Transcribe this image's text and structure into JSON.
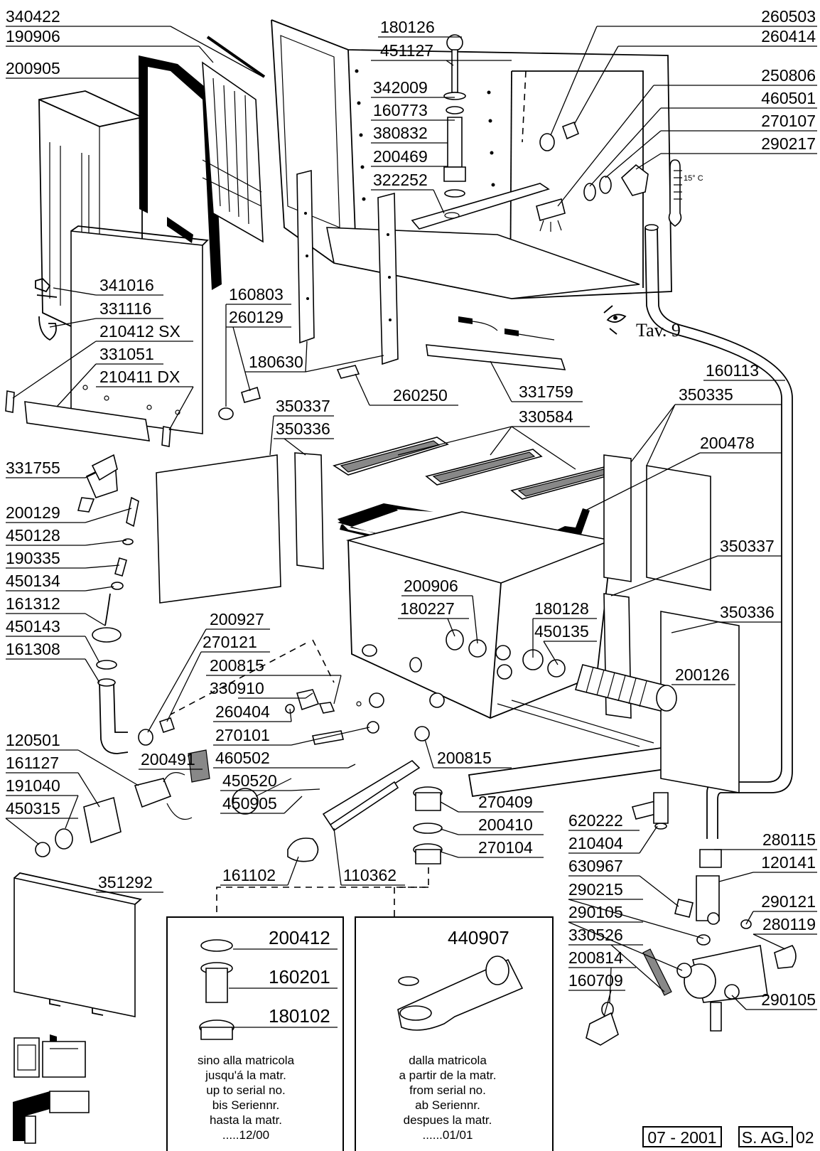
{
  "parts": [
    {
      "id": "p340422",
      "code": "340422"
    },
    {
      "id": "p190906",
      "code": "190906"
    },
    {
      "id": "p200905",
      "code": "200905"
    },
    {
      "id": "p341016",
      "code": "341016"
    },
    {
      "id": "p331116",
      "code": "331116"
    },
    {
      "id": "p210412",
      "code": "210412 SX"
    },
    {
      "id": "p331051",
      "code": "331051"
    },
    {
      "id": "p210411",
      "code": "210411 DX"
    },
    {
      "id": "p331755",
      "code": "331755"
    },
    {
      "id": "p200129",
      "code": "200129"
    },
    {
      "id": "p450128",
      "code": "450128"
    },
    {
      "id": "p190335",
      "code": "190335"
    },
    {
      "id": "p450134",
      "code": "450134"
    },
    {
      "id": "p161312",
      "code": "161312"
    },
    {
      "id": "p450143",
      "code": "450143"
    },
    {
      "id": "p161308",
      "code": "161308"
    },
    {
      "id": "p120501",
      "code": "120501"
    },
    {
      "id": "p161127",
      "code": "161127"
    },
    {
      "id": "p191040",
      "code": "191040"
    },
    {
      "id": "p450315",
      "code": "450315"
    },
    {
      "id": "p351292",
      "code": "351292"
    },
    {
      "id": "p180126",
      "code": "180126"
    },
    {
      "id": "p451127",
      "code": "451127"
    },
    {
      "id": "p342009",
      "code": "342009"
    },
    {
      "id": "p160773",
      "code": "160773"
    },
    {
      "id": "p380832",
      "code": "380832"
    },
    {
      "id": "p200469",
      "code": "200469"
    },
    {
      "id": "p322252",
      "code": "322252"
    },
    {
      "id": "p160803",
      "code": "160803"
    },
    {
      "id": "p260129",
      "code": "260129"
    },
    {
      "id": "p180630",
      "code": "180630"
    },
    {
      "id": "p260250",
      "code": "260250"
    },
    {
      "id": "p331759",
      "code": "331759"
    },
    {
      "id": "p350337a",
      "code": "350337"
    },
    {
      "id": "p350336a",
      "code": "350336"
    },
    {
      "id": "p330584",
      "code": "330584"
    },
    {
      "id": "p260503",
      "code": "260503"
    },
    {
      "id": "p260414",
      "code": "260414"
    },
    {
      "id": "p250806",
      "code": "250806"
    },
    {
      "id": "p460501",
      "code": "460501"
    },
    {
      "id": "p270107",
      "code": "270107"
    },
    {
      "id": "p290217",
      "code": "290217"
    },
    {
      "id": "p160113",
      "code": "160113"
    },
    {
      "id": "p350335",
      "code": "350335"
    },
    {
      "id": "p200478",
      "code": "200478"
    },
    {
      "id": "p350337b",
      "code": "350337"
    },
    {
      "id": "p350336b",
      "code": "350336"
    },
    {
      "id": "p200126",
      "code": "200126"
    },
    {
      "id": "p200906",
      "code": "200906"
    },
    {
      "id": "p180227",
      "code": "180227"
    },
    {
      "id": "p180128",
      "code": "180128"
    },
    {
      "id": "p450135",
      "code": "450135"
    },
    {
      "id": "p200927",
      "code": "200927"
    },
    {
      "id": "p270121",
      "code": "270121"
    },
    {
      "id": "p200815a",
      "code": "200815"
    },
    {
      "id": "p330910",
      "code": "330910"
    },
    {
      "id": "p260404",
      "code": "260404"
    },
    {
      "id": "p270101",
      "code": "270101"
    },
    {
      "id": "p460502",
      "code": "460502"
    },
    {
      "id": "p200491",
      "code": "200491"
    },
    {
      "id": "p450520",
      "code": "450520"
    },
    {
      "id": "p450905",
      "code": "450905"
    },
    {
      "id": "p200815b",
      "code": "200815"
    },
    {
      "id": "p161102",
      "code": "161102"
    },
    {
      "id": "p110362",
      "code": "110362"
    },
    {
      "id": "p270409",
      "code": "270409"
    },
    {
      "id": "p200410",
      "code": "200410"
    },
    {
      "id": "p270104",
      "code": "270104"
    },
    {
      "id": "p620222",
      "code": "620222"
    },
    {
      "id": "p210404",
      "code": "210404"
    },
    {
      "id": "p630967",
      "code": "630967"
    },
    {
      "id": "p290215",
      "code": "290215"
    },
    {
      "id": "p290105a",
      "code": "290105"
    },
    {
      "id": "p330526",
      "code": "330526"
    },
    {
      "id": "p200814",
      "code": "200814"
    },
    {
      "id": "p160709",
      "code": "160709"
    },
    {
      "id": "p280115",
      "code": "280115"
    },
    {
      "id": "p120141",
      "code": "120141"
    },
    {
      "id": "p290121",
      "code": "290121"
    },
    {
      "id": "p280119",
      "code": "280119"
    },
    {
      "id": "p290105b",
      "code": "290105"
    }
  ],
  "box_left": {
    "parts": [
      "200412",
      "160201",
      "180102"
    ],
    "note": [
      "sino alla matricola",
      "jusqu'á la matr.",
      "up to serial no.",
      "bis Seriennr.",
      "hasta la matr.",
      ".....12/00"
    ]
  },
  "box_right": {
    "parts": [
      "440907"
    ],
    "note": [
      "dalla matricola",
      "a partir de la matr.",
      "from serial no.",
      "ab Seriennr.",
      "despues la matr.",
      "......01/01"
    ]
  },
  "thermo_label": "15° C",
  "tav_label": "Tav. 9",
  "footer": {
    "date": "07 - 2001",
    "code": "S. AG.",
    "page": "02"
  }
}
